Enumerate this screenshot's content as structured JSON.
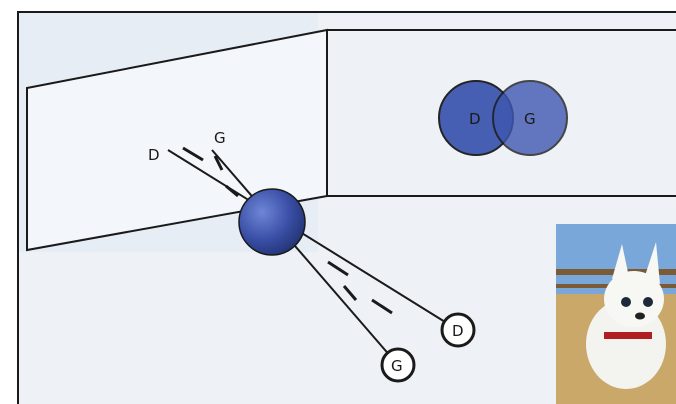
{
  "labels": {
    "ray_left": "D",
    "ray_right": "G",
    "circle_bottom_right": "D",
    "circle_bottom_left": "G",
    "overlap_left": "D",
    "overlap_right": "G"
  },
  "colors": {
    "paper": "#ffffff",
    "ink": "#1a1a1a",
    "ball_blue": "#3a4fa6",
    "overlap_blue": "#3f58b0",
    "wash": "#e9eef5",
    "photo_sky": "#7aa7d9"
  }
}
